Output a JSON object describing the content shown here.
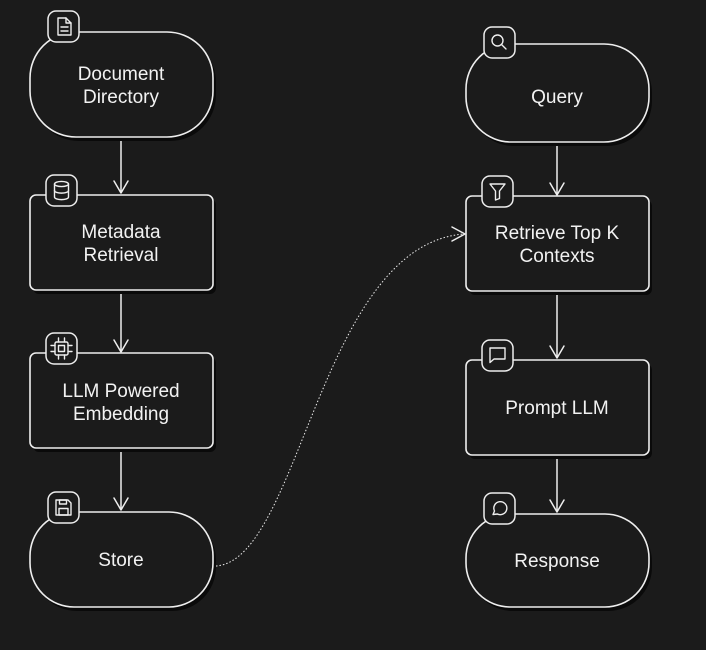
{
  "diagram": {
    "colors": {
      "background": "#1b1b1b",
      "stroke": "#eeeeee",
      "text": "#f2f2f2"
    },
    "nodes": {
      "document_directory": {
        "line1": "Document",
        "line2": "Directory",
        "icon": "document-icon"
      },
      "metadata_retrieval": {
        "line1": "Metadata",
        "line2": "Retrieval",
        "icon": "database-icon"
      },
      "llm_embedding": {
        "line1": "LLM Powered",
        "line2": "Embedding",
        "icon": "cpu-icon"
      },
      "store": {
        "label": "Store",
        "icon": "save-icon"
      },
      "query": {
        "label": "Query",
        "icon": "search-icon"
      },
      "retrieve_contexts": {
        "line1": "Retrieve Top K",
        "line2": "Contexts",
        "icon": "filter-icon"
      },
      "prompt_llm": {
        "label": "Prompt LLM",
        "icon": "message-square-icon"
      },
      "response": {
        "label": "Response",
        "icon": "message-circle-icon"
      }
    },
    "edges": [
      {
        "from": "document_directory",
        "to": "metadata_retrieval"
      },
      {
        "from": "metadata_retrieval",
        "to": "llm_embedding"
      },
      {
        "from": "llm_embedding",
        "to": "store"
      },
      {
        "from": "store",
        "to": "retrieve_contexts",
        "style": "dashed-curve"
      },
      {
        "from": "query",
        "to": "retrieve_contexts"
      },
      {
        "from": "retrieve_contexts",
        "to": "prompt_llm"
      },
      {
        "from": "prompt_llm",
        "to": "response"
      }
    ]
  }
}
